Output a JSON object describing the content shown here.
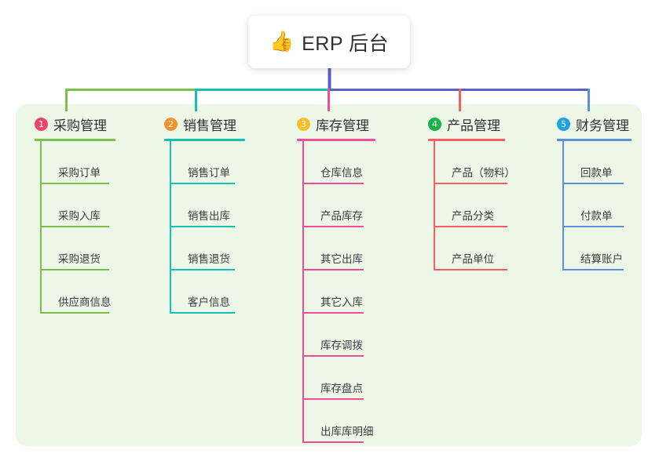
{
  "root": {
    "icon": "thumbs-up-icon",
    "icon_glyph": "👍",
    "title": "ERP 后台"
  },
  "colors": {
    "panel_bg": "#EDF7E8",
    "page_bg": "#FFFFFF",
    "text": "#2F3034",
    "root_stem": "#5A5FC7",
    "green": "#7CC04C",
    "teal": "#19BFAE",
    "pink": "#EF4D97",
    "red": "#F4605E",
    "blue": "#5B8FD9",
    "badge1": "#F0456B",
    "badge2": "#F5912B",
    "badge3": "#F7C02B",
    "badge4": "#18B24B",
    "badge5": "#1EA2E0"
  },
  "columns": [
    {
      "index": "1",
      "badge_color": "#F0456B",
      "line_color": "#7CC04C",
      "title": "采购管理",
      "items": [
        "采购订单",
        "采购入库",
        "采购退货",
        "供应商信息"
      ]
    },
    {
      "index": "2",
      "badge_color": "#F5912B",
      "line_color": "#19BFAE",
      "title": "销售管理",
      "items": [
        "销售订单",
        "销售出库",
        "销售退货",
        "客户信息"
      ]
    },
    {
      "index": "3",
      "badge_color": "#F7C02B",
      "line_color": "#EF4D97",
      "title": "库存管理",
      "items": [
        "仓库信息",
        "产品库存",
        "其它出库",
        "其它入库",
        "库存调拨",
        "库存盘点",
        "出库库明细"
      ]
    },
    {
      "index": "4",
      "badge_color": "#18B24B",
      "line_color": "#F4605E",
      "title": "产品管理",
      "items": [
        "产品（物料）",
        "产品分类",
        "产品单位"
      ]
    },
    {
      "index": "5",
      "badge_color": "#1EA2E0",
      "line_color": "#5B8FD9",
      "title": "财务管理",
      "items": [
        "回款单",
        "付款单",
        "结算账户"
      ]
    }
  ]
}
